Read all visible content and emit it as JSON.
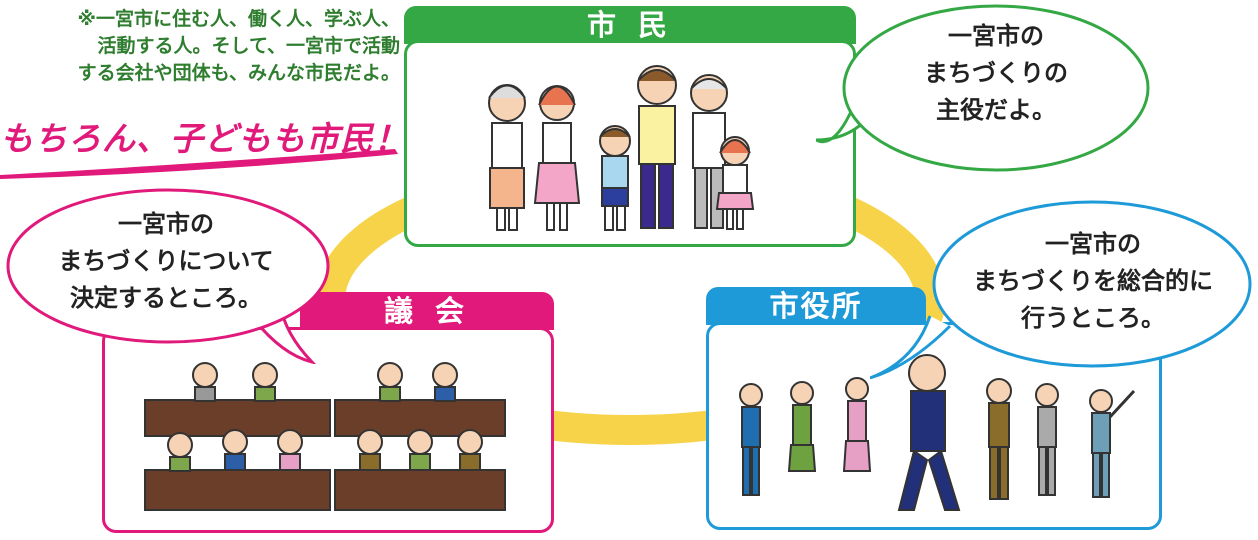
{
  "note": {
    "lines": [
      "※一宮市に住む人、働く人、学ぶ人、",
      "活動する人。そして、一宮市で活動",
      "する会社や団体も、みんな市民だよ。"
    ]
  },
  "slogan": "もちろん、子どもも市民！",
  "groups": {
    "citizen": {
      "title": "市 民",
      "bubble": [
        "一宮市の",
        "まちづくりの",
        "主役だよ。"
      ]
    },
    "council": {
      "title": "議 会",
      "bubble": [
        "一宮市の",
        "まちづくりについて",
        "決定するところ。"
      ]
    },
    "office": {
      "title": "市役所",
      "bubble": [
        "一宮市の",
        "まちづくりを総合的に",
        "行うところ。"
      ]
    }
  },
  "colors": {
    "citizen": "#34a844",
    "council": "#e0197a",
    "office": "#1f9ad8",
    "ring": "#f7d34a",
    "note_text": "#2f7d2f",
    "slogan_text": "#e0197a"
  }
}
